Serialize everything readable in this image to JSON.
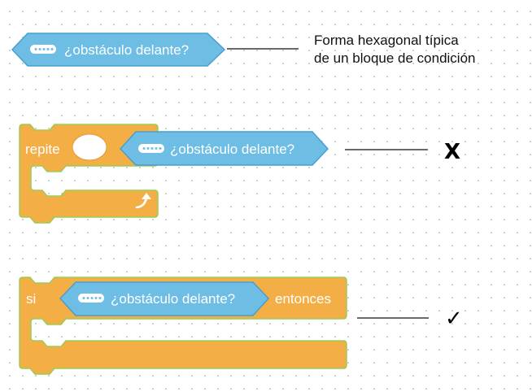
{
  "condition_block": {
    "label": "¿obstáculo delante?",
    "icon": "sensor-dots-icon",
    "color": "#6DBDE4",
    "border_color": "#4A9DD0"
  },
  "annotation": {
    "line1": "Forma hexagonal típica",
    "line2": "de un bloque de condición"
  },
  "repeat_block": {
    "label": "repite",
    "icon": "loop-arrow-icon",
    "color": "#F3AE45",
    "border_color": "#9CCB57",
    "result_mark": "X"
  },
  "if_block": {
    "label_if": "si",
    "label_then": "entonces",
    "color": "#F3AE45",
    "border_color": "#9CCB57",
    "result_mark": "✓"
  },
  "connector_color": "#111111"
}
